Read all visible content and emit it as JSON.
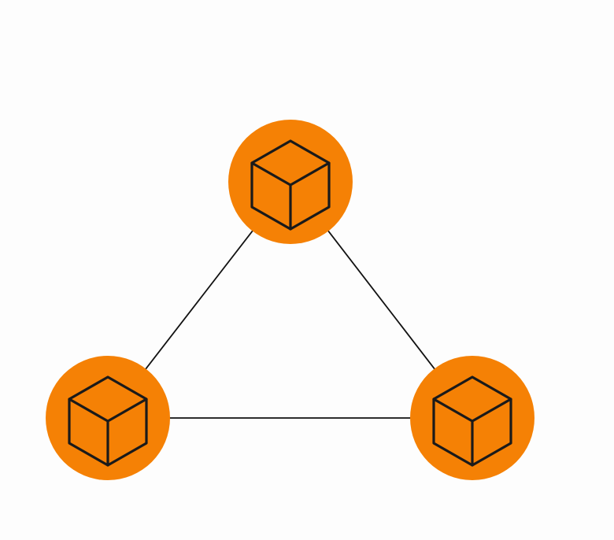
{
  "diagram": {
    "background": "#fdfdfd",
    "node_fill": "#f58105",
    "icon_stroke": "#1a1a1a",
    "edge_color": "#111111",
    "nodes": [
      {
        "id": "top",
        "icon": "cube-icon"
      },
      {
        "id": "left",
        "icon": "cube-icon"
      },
      {
        "id": "right",
        "icon": "cube-icon"
      }
    ],
    "edges": [
      {
        "from": "top",
        "to": "left"
      },
      {
        "from": "top",
        "to": "right"
      },
      {
        "from": "left",
        "to": "right"
      }
    ]
  }
}
